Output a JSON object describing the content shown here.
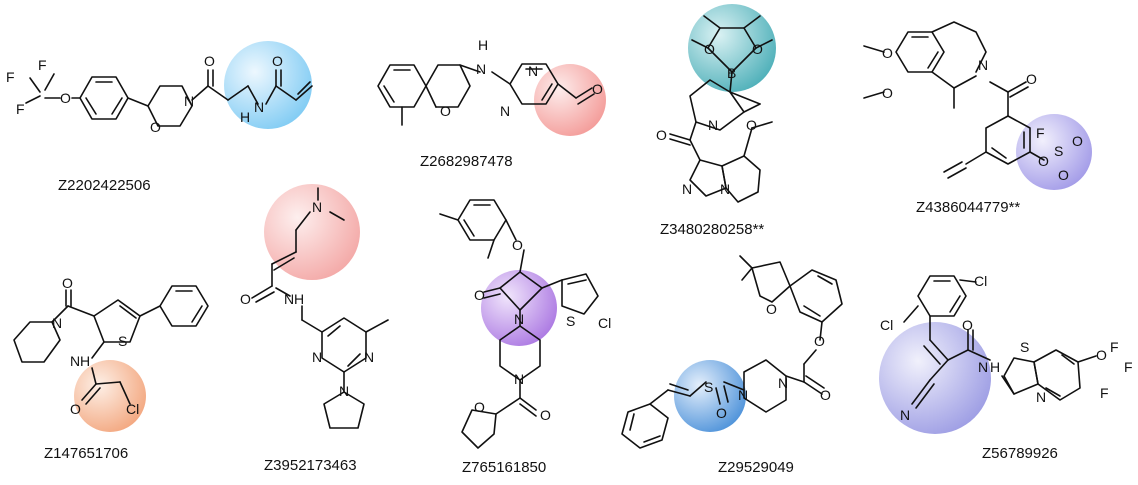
{
  "compounds": [
    {
      "id": "Z2202422506",
      "warhead_color": "#6ec4f2",
      "atoms": [
        "F",
        "F",
        "F",
        "O",
        "O",
        "N",
        "O",
        "H",
        "N",
        "O"
      ]
    },
    {
      "id": "Z2682987478",
      "warhead_color": "#f28d8a",
      "atoms": [
        "H",
        "N",
        "N",
        "N",
        "O",
        "O"
      ]
    },
    {
      "id": "Z3480280258**",
      "warhead_color": "#3fa9b3",
      "atoms": [
        "O",
        "B",
        "O",
        "N",
        "O",
        "O",
        "N",
        "N"
      ]
    },
    {
      "id": "Z4386044779**",
      "warhead_color": "#9b93e6",
      "atoms": [
        "O",
        "O",
        "N",
        "O",
        "F",
        "O",
        "S",
        "O",
        "O"
      ]
    },
    {
      "id": "Z147651706",
      "warhead_color": "#f2a075",
      "atoms": [
        "O",
        "N",
        "S",
        "N",
        "H",
        "O",
        "Cl"
      ]
    },
    {
      "id": "Z3952173463",
      "warhead_color": "#f29c9a",
      "atoms": [
        "N",
        "O",
        "N",
        "H",
        "N",
        "N",
        "N"
      ]
    },
    {
      "id": "Z765161850",
      "warhead_color": "#a56ee0",
      "atoms": [
        "O",
        "O",
        "N",
        "S",
        "Cl",
        "N",
        "O",
        "O"
      ]
    },
    {
      "id": "Z29529049",
      "warhead_color": "#4a90d9",
      "atoms": [
        "O",
        "O",
        "N",
        "O",
        "S",
        "O",
        "N"
      ]
    },
    {
      "id": "Z56789926",
      "warhead_color": "#8f8fe0",
      "atoms": [
        "Cl",
        "Cl",
        "O",
        "S",
        "N",
        "H",
        "N",
        "N",
        "O",
        "F",
        "F",
        "F"
      ]
    }
  ]
}
